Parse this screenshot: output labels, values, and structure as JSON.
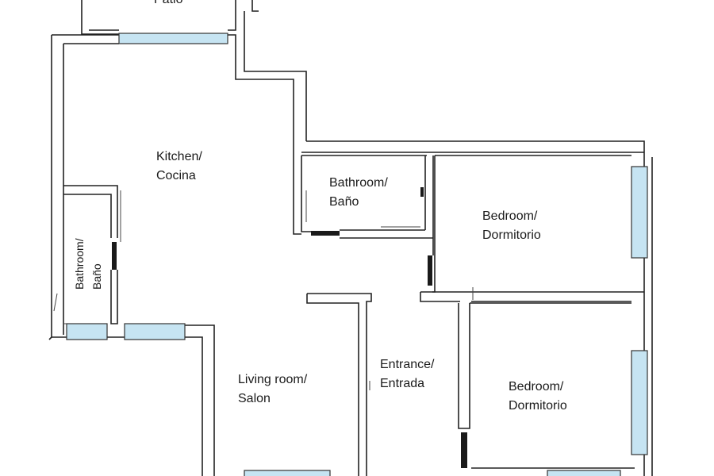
{
  "colors": {
    "window_fill": "#c6e4f2",
    "wall": "#222222",
    "background": "#ffffff"
  },
  "rooms": {
    "patio": {
      "line1": "Patio"
    },
    "kitchen": {
      "line1": "Kitchen/",
      "line2": "Cocina"
    },
    "bathroom_top": {
      "line1": "Bathroom/",
      "line2": "Baño"
    },
    "bathroom_left": {
      "line1": "Bathroom/",
      "line2": "Baño"
    },
    "bedroom_top": {
      "line1": "Bedroom/",
      "line2": "Dormitorio"
    },
    "bedroom_bottom": {
      "line1": "Bedroom/",
      "line2": "Dormitorio"
    },
    "living": {
      "line1": "Living room/",
      "line2": "Salon"
    },
    "entrance": {
      "line1": "Entrance/",
      "line2": "Entrada"
    }
  }
}
